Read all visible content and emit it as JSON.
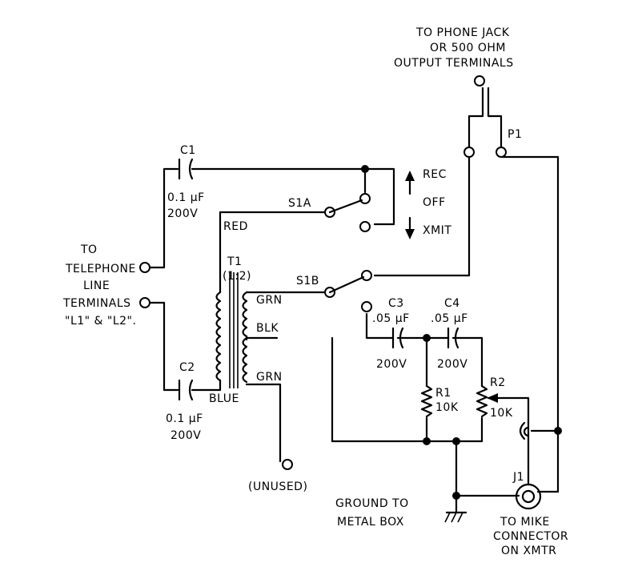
{
  "labels": {
    "output_line1": "TO PHONE JACK",
    "output_line2": "OR 500 OHM",
    "output_line3": "OUTPUT TERMINALS",
    "p1": "P1",
    "c1": "C1",
    "c1_value": "0.1 µF",
    "c1_voltage": "200V",
    "s1a": "S1A",
    "rec": "REC",
    "off": "OFF",
    "xmit": "XMIT",
    "red": "RED",
    "t1": "T1",
    "t1_ratio": "(1:2)",
    "s1b": "S1B",
    "tel_line1": "TO",
    "tel_line2": "TELEPHONE",
    "tel_line3": "LINE",
    "tel_line4": "TERMINALS",
    "tel_line5": "\"L1\" & \"L2\".",
    "grn_top": "GRN",
    "blk": "BLK",
    "grn_bottom": "GRN",
    "c3": "C3",
    "c3_value": ".05 µF",
    "c3_voltage": "200V",
    "c4": "C4",
    "c4_value": ".05 µF",
    "c4_voltage": "200V",
    "r1": "R1",
    "r1_value": "10K",
    "r2": "R2",
    "r2_value": "10K",
    "c2": "C2",
    "c2_value": "0.1 µF",
    "c2_voltage": "200V",
    "blue": "BLUE",
    "unused": "(UNUSED)",
    "j1": "J1",
    "ground_line1": "GROUND TO",
    "ground_line2": "METAL BOX",
    "mike_line1": "TO MIKE",
    "mike_line2": "CONNECTOR",
    "mike_line3": "ON XMTR"
  }
}
